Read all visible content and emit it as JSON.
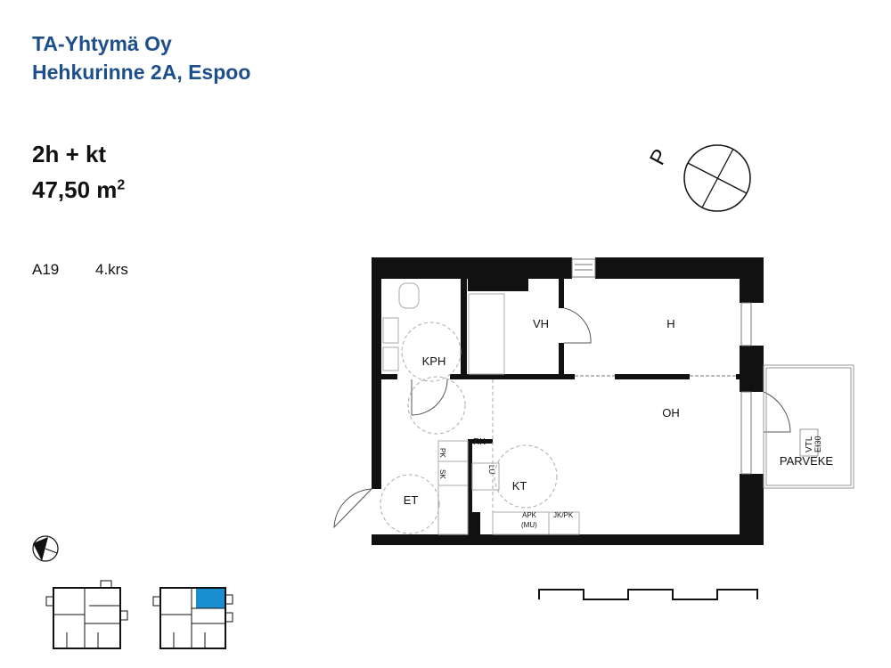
{
  "header": {
    "company": "TA-Yhtymä Oy",
    "address": "Hehkurinne 2A, Espoo"
  },
  "apartment": {
    "type": "2h + kt",
    "area": "47,50 m",
    "area_sup": "2",
    "code": "A19",
    "floor": "4.krs"
  },
  "rooms": {
    "vh": "VH",
    "h": "H",
    "kph": "KPH",
    "oh": "OH",
    "kt": "KT",
    "et": "ET",
    "parveke": "PARVEKE",
    "rk": "RK",
    "pk": "PK",
    "sk": "SK",
    "lu": "LU",
    "apk": "APK",
    "mu": "(MU)",
    "jkpk": "JK/PK",
    "vtl": "VTL",
    "ei30": "EI30"
  },
  "compass": {
    "label": "P"
  },
  "colors": {
    "title": "#1d4f8f",
    "highlight": "#1a8fd0"
  }
}
